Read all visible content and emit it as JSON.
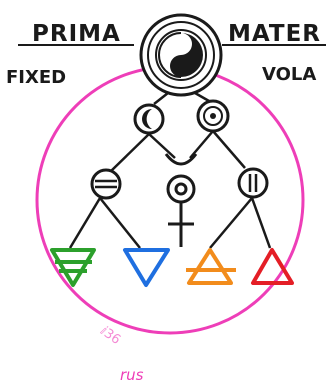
{
  "labels": {
    "prima": "PRIMA",
    "mater": "MATER",
    "fixed": "FIXED",
    "vola": "VOLA",
    "sig": "rus",
    "scribble": "ⅈ36"
  },
  "colors": {
    "circle": "#ee3eb8",
    "ink": "#1a1a1a",
    "earth": "#2ca02c",
    "water": "#1f6fe0",
    "air": "#f28c1c",
    "fire": "#e41e26"
  },
  "icons": [
    "yin-yang-icon",
    "moon-icon",
    "sun-icon",
    "salt-icon",
    "sulfur-icon",
    "mercury-icon",
    "earth-triangle-icon",
    "water-triangle-icon",
    "air-triangle-icon",
    "fire-triangle-icon"
  ]
}
